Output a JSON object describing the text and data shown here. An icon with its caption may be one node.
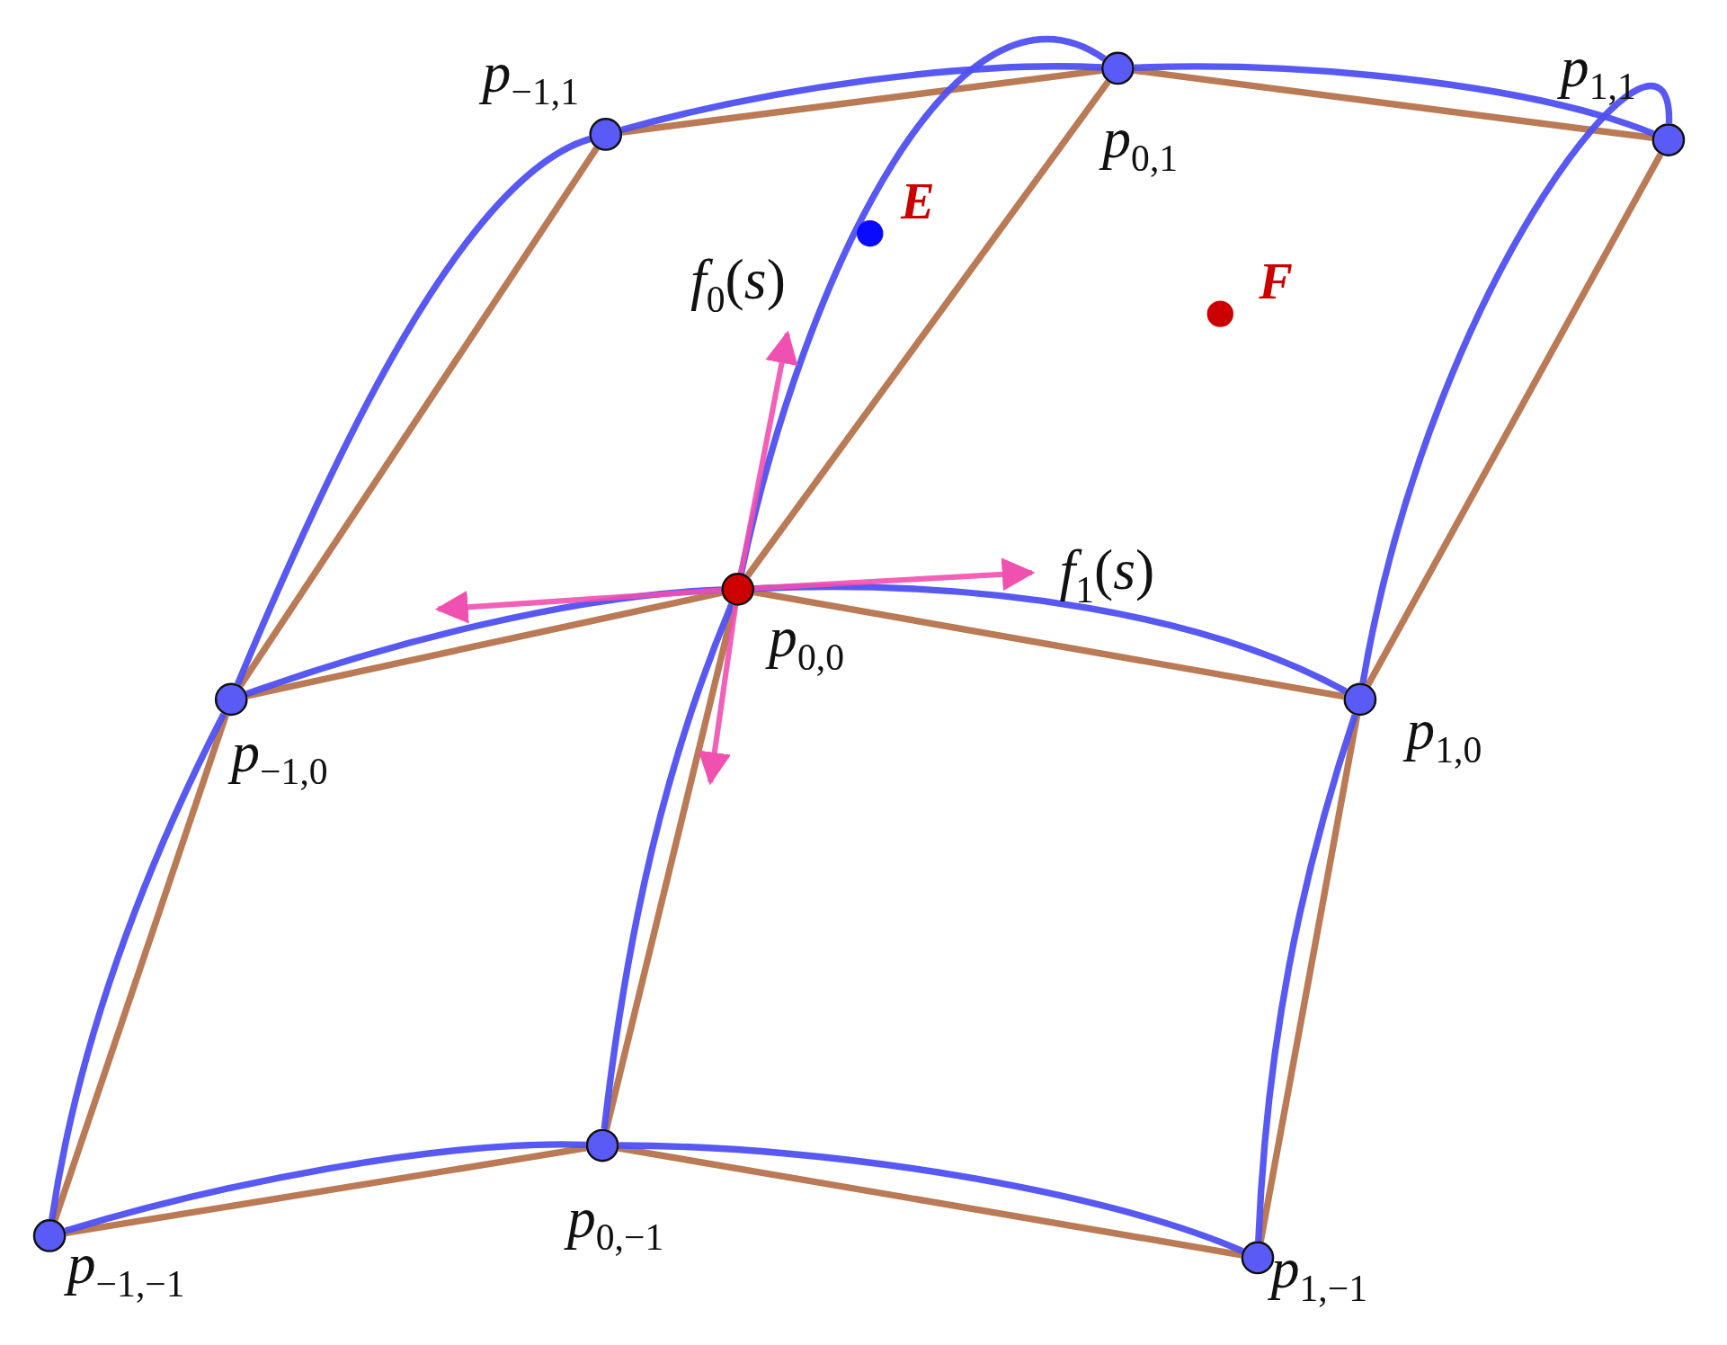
{
  "diagram": {
    "nodes": [
      {
        "text": [
          "*p*$_{−1,1}$"
        ]
      },
      {
        "text": [
          "*p*$_{0,1}$"
        ]
      },
      {
        "text": [
          "*p*$_{1,1}$"
        ]
      },
      {
        "text": [
          "E"
        ]
      },
      {
        "text": [
          "F"
        ]
      },
      {
        "text": [
          "*p*$_{0,0}$"
        ]
      },
      {
        "text": [
          "*p*$_{−1,0}$"
        ]
      },
      {
        "text": [
          "*p*$_{1,0}$"
        ]
      },
      {
        "text": [
          "*p*$_{0,−1}$"
        ]
      },
      {
        "text": [
          "*p*$_{−1,−1}$"
        ]
      },
      {
        "text": [
          "*p*$_{1,−1}$"
        ]
      }
    ],
    "edges": [
      {
        "from": 0,
        "to": 1,
        "arrow": "none",
        "color": "#b97a55"
      },
      {
        "from": 1,
        "to": 2,
        "arrow": "none",
        "color": "#b97a55"
      },
      {
        "from": 6,
        "to": 5,
        "arrow": "none",
        "color": "#b97a55"
      },
      {
        "from": 5,
        "to": 7,
        "arrow": "none",
        "color": "#b97a55"
      },
      {
        "from": 9,
        "to": 8,
        "arrow": "none",
        "color": "#b97a55"
      },
      {
        "from": 8,
        "to": 10,
        "arrow": "none",
        "color": "#b97a55"
      },
      {
        "from": 9,
        "to": 6,
        "arrow": "none",
        "color": "#b97a55"
      },
      {
        "from": 6,
        "to": 0,
        "arrow": "none",
        "color": "#b97a55"
      },
      {
        "from": 8,
        "to": 5,
        "arrow": "none",
        "color": "#b97a55"
      },
      {
        "from": 5,
        "to": 1,
        "arrow": "none",
        "color": "#b97a55"
      },
      {
        "from": 10,
        "to": 7,
        "arrow": "none",
        "color": "#b97a55"
      },
      {
        "from": 7,
        "to": 2,
        "arrow": "none",
        "color": "#b97a55"
      },
      {
        "from": 0,
        "to": 1,
        "arrow": "none",
        "color": "#4f4ff2"
      },
      {
        "from": 1,
        "to": 2,
        "arrow": "none",
        "color": "#4f4ff2"
      },
      {
        "from": 6,
        "to": 5,
        "arrow": "none",
        "color": "#4f4ff2"
      },
      {
        "from": 5,
        "to": 7,
        "arrow": "none",
        "color": "#4f4ff2"
      },
      {
        "from": 9,
        "to": 8,
        "arrow": "none",
        "color": "#4f4ff2"
      },
      {
        "from": 8,
        "to": 10,
        "arrow": "none",
        "color": "#4f4ff2"
      },
      {
        "from": 9,
        "to": 6,
        "arrow": "none",
        "color": "#4f4ff2"
      },
      {
        "from": 6,
        "to": 0,
        "arrow": "none",
        "color": "#4f4ff2"
      },
      {
        "from": 8,
        "to": 5,
        "arrow": "none",
        "color": "#4f4ff2"
      },
      {
        "from": 5,
        "to": 1,
        "arrow": "none",
        "color": "#4f4ff2"
      },
      {
        "from": 10,
        "to": 7,
        "arrow": "none",
        "color": "#4f4ff2"
      },
      {
        "from": 7,
        "to": 2,
        "arrow": "none",
        "color": "#4f4ff2"
      }
    ],
    "labels": [
      "*f*$_{0}$(*s*)",
      "*f*$_{1}$(*s*)"
    ]
  }
}
